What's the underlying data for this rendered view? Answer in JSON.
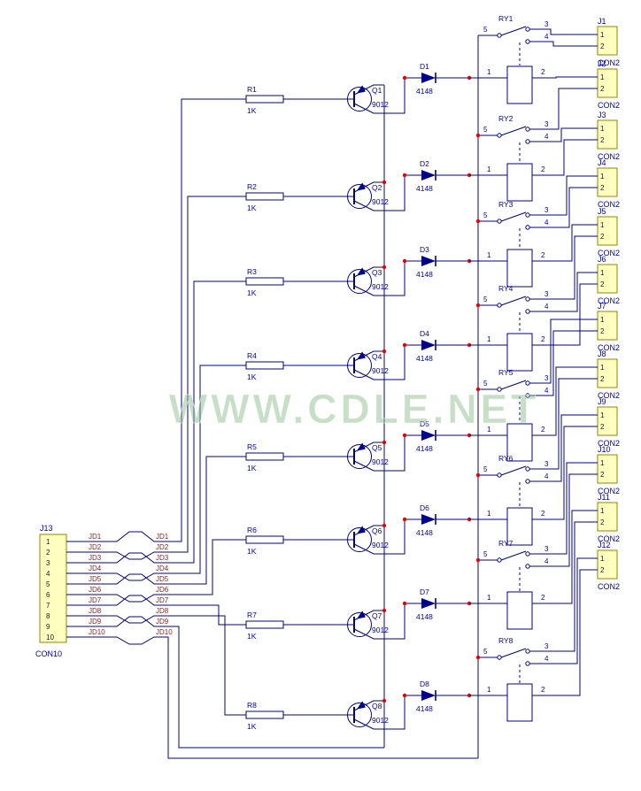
{
  "watermark": {
    "text": "WWW.CDLE.NET",
    "color": "#8FBF8F",
    "opacity": 0.5
  },
  "colors": {
    "background": "#FFFFFF",
    "wire": "#00008B",
    "text_blue": "#0000C0",
    "text_dark": "#1A1A1A",
    "net_label": "#8B1F1F",
    "connector_fill": "#FFFFC0",
    "connector_border": "#8B8B00",
    "junction": "#EE0000"
  },
  "j13": {
    "title": "J13",
    "type": "CON10",
    "pins": [
      "1",
      "2",
      "3",
      "4",
      "5",
      "6",
      "7",
      "8",
      "9",
      "10"
    ],
    "nets_left": [
      "JD1",
      "JD2",
      "JD3",
      "JD4",
      "JD5",
      "JD6",
      "JD7",
      "JD8",
      "JD9",
      "JD10"
    ],
    "nets_right": [
      "JD1",
      "JD2",
      "JD3",
      "JD4",
      "JD5",
      "JD6",
      "JD7",
      "JD8",
      "JD9",
      "JD10"
    ]
  },
  "channels": [
    {
      "resistor": "R1",
      "resistor_value": "1K",
      "transistor": "Q1",
      "transistor_value": "9012",
      "diode": "D1",
      "diode_value": "4148",
      "relay": "RY1",
      "coil_pin_labels": [
        "1",
        "2"
      ],
      "switch_pin_labels": {
        "common": "5",
        "no": "3",
        "nc": "4"
      }
    },
    {
      "resistor": "R2",
      "resistor_value": "1K",
      "transistor": "Q2",
      "transistor_value": "9012",
      "diode": "D2",
      "diode_value": "4148",
      "relay": "RY2",
      "coil_pin_labels": [
        "1",
        "2"
      ],
      "switch_pin_labels": {
        "common": "5",
        "no": "3",
        "nc": "4"
      }
    },
    {
      "resistor": "R3",
      "resistor_value": "1K",
      "transistor": "Q3",
      "transistor_value": "9012",
      "diode": "D3",
      "diode_value": "4148",
      "relay": "RY3",
      "coil_pin_labels": [
        "1",
        "2"
      ],
      "switch_pin_labels": {
        "common": "5",
        "no": "3",
        "nc": "4"
      }
    },
    {
      "resistor": "R4",
      "resistor_value": "1K",
      "transistor": "Q4",
      "transistor_value": "9012",
      "diode": "D4",
      "diode_value": "4148",
      "relay": "RY4",
      "coil_pin_labels": [
        "1",
        "2"
      ],
      "switch_pin_labels": {
        "common": "5",
        "no": "3",
        "nc": "4"
      }
    },
    {
      "resistor": "R5",
      "resistor_value": "1K",
      "transistor": "Q5",
      "transistor_value": "9012",
      "diode": "D5",
      "diode_value": "4148",
      "relay": "RY5",
      "coil_pin_labels": [
        "1",
        "2"
      ],
      "switch_pin_labels": {
        "common": "5",
        "no": "3",
        "nc": "4"
      }
    },
    {
      "resistor": "R6",
      "resistor_value": "1K",
      "transistor": "Q6",
      "transistor_value": "9012",
      "diode": "D6",
      "diode_value": "4148",
      "relay": "RY6",
      "coil_pin_labels": [
        "1",
        "2"
      ],
      "switch_pin_labels": {
        "common": "5",
        "no": "3",
        "nc": "4"
      }
    },
    {
      "resistor": "R7",
      "resistor_value": "1K",
      "transistor": "Q7",
      "transistor_value": "9012",
      "diode": "D7",
      "diode_value": "4148",
      "relay": "RY7",
      "coil_pin_labels": [
        "1",
        "2"
      ],
      "switch_pin_labels": {
        "common": "5",
        "no": "3",
        "nc": "4"
      }
    },
    {
      "resistor": "R8",
      "resistor_value": "1K",
      "transistor": "Q8",
      "transistor_value": "9012",
      "diode": "D8",
      "diode_value": "4148",
      "relay": "RY8",
      "coil_pin_labels": [
        "1",
        "2"
      ],
      "switch_pin_labels": {
        "common": "5",
        "no": "3",
        "nc": "4"
      }
    }
  ],
  "connectors": [
    {
      "title": "J1",
      "type": "CON2",
      "pins": [
        "1",
        "2"
      ]
    },
    {
      "title": "J2",
      "type": "CON2",
      "pins": [
        "1",
        "2"
      ]
    },
    {
      "title": "J3",
      "type": "CON2",
      "pins": [
        "1",
        "2"
      ]
    },
    {
      "title": "J4",
      "type": "CON2",
      "pins": [
        "1",
        "2"
      ]
    },
    {
      "title": "J5",
      "type": "CON2",
      "pins": [
        "1",
        "2"
      ]
    },
    {
      "title": "J6",
      "type": "CON2",
      "pins": [
        "1",
        "2"
      ]
    },
    {
      "title": "J7",
      "type": "CON2",
      "pins": [
        "1",
        "2"
      ]
    },
    {
      "title": "J8",
      "type": "CON2",
      "pins": [
        "1",
        "2"
      ]
    },
    {
      "title": "J9",
      "type": "CON2",
      "pins": [
        "1",
        "2"
      ]
    },
    {
      "title": "J10",
      "type": "CON2",
      "pins": [
        "1",
        "2"
      ]
    },
    {
      "title": "J11",
      "type": "CON2",
      "pins": [
        "1",
        "2"
      ]
    },
    {
      "title": "J12",
      "type": "CON2",
      "pins": [
        "1",
        "2"
      ]
    }
  ]
}
